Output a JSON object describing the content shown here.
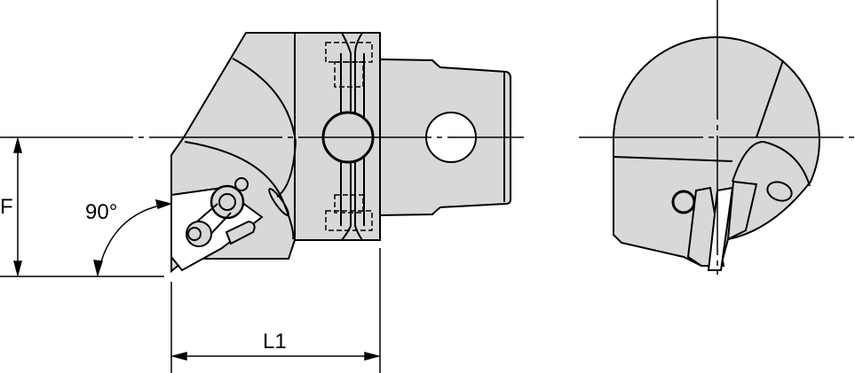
{
  "drawing": {
    "type": "technical-drawing",
    "subject": "modular tool holder with insert clamp",
    "views": [
      "side-view",
      "end-view"
    ],
    "colors": {
      "body_fill": "#d8d8d8",
      "line": "#000000",
      "background": "#ffffff"
    }
  },
  "dimensions": {
    "height_label": "F",
    "angle_label": "90°",
    "length_label": "L1"
  }
}
